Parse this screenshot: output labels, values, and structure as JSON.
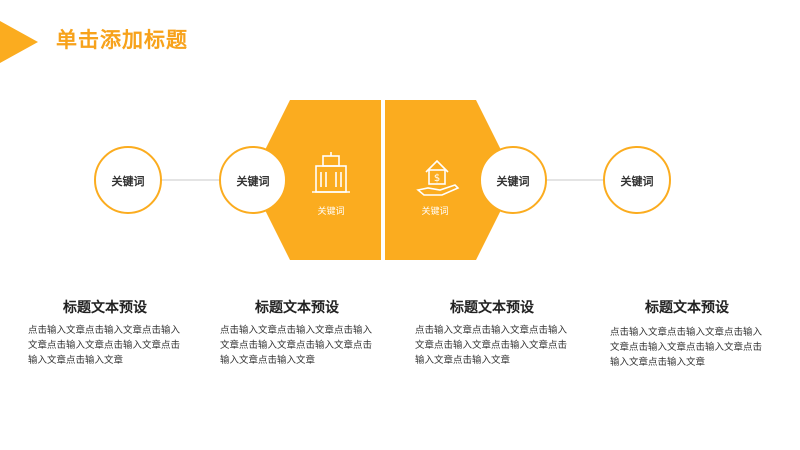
{
  "slide": {
    "title": "单击添加标题"
  },
  "keywords": {
    "k1": "关键词",
    "k2": "关键词",
    "k3": "关键词",
    "k4": "关键词",
    "hex_left": "关键词",
    "hex_right": "关键词"
  },
  "columns": [
    {
      "title": "标题文本预设",
      "text": "点击输入文章点击输入文章点击输入文章点击输入文章点击输入文章点击输入文章点击输入文章"
    },
    {
      "title": "标题文本预设",
      "text": "点击输入文章点击输入文章点击输入文章点击输入文章点击输入文章点击输入文章点击输入文章"
    },
    {
      "title": "标题文本预设",
      "text": "点击输入文章点击输入文章点击输入文章点击输入文章点击输入文章点击输入文章点击输入文章"
    },
    {
      "title": "标题文本预设",
      "text": "点击输入文章点击输入文章点击输入文章点击输入文章点击输入文章点击输入文章点击输入文章"
    }
  ],
  "icons": {
    "hex_left": "building-icon",
    "hex_right": "money-house-hand-icon"
  },
  "colors": {
    "accent": "#fbac1f",
    "title": "#f7a21b",
    "connector": "#c8c8c8"
  }
}
